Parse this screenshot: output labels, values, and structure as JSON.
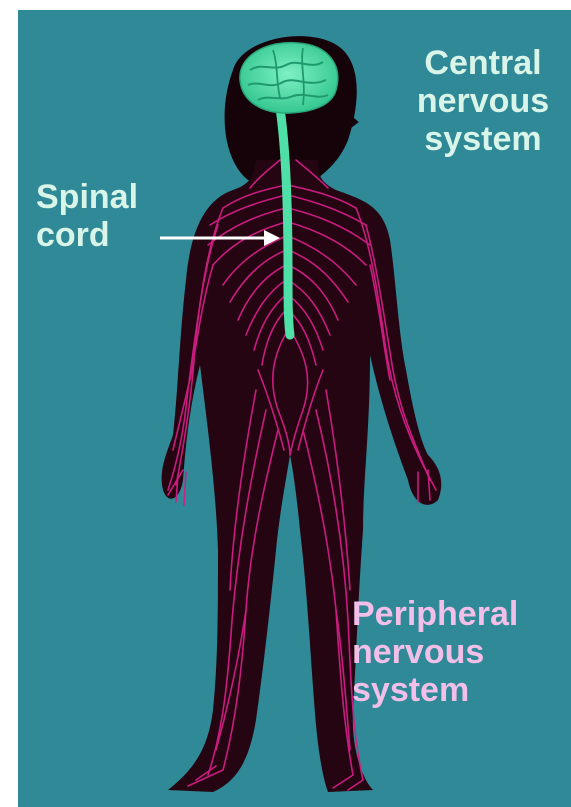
{
  "labels": {
    "central_nervous_system": [
      "Central",
      "nervous",
      "system"
    ],
    "spinal_cord": [
      "Spinal",
      "cord"
    ],
    "peripheral_nervous_system": [
      "Peripheral",
      "nervous",
      "system"
    ]
  },
  "colors": {
    "background": "#2f8996",
    "body_silhouette": "#250511",
    "nerve": "#d21e86",
    "brain": "#4fe0a8",
    "central_label": "#d9f5ea",
    "peripheral_label": "#f2bfe8",
    "pointer_arrow": "#ffffff"
  }
}
